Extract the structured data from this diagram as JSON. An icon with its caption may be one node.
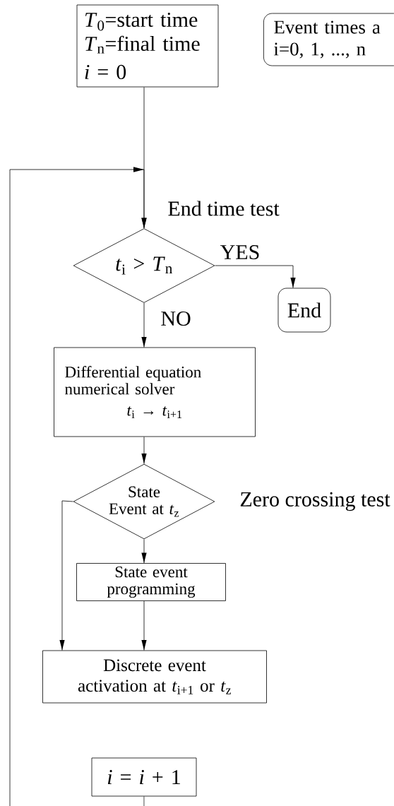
{
  "diagram": {
    "nodes": [
      {
        "text": [
          "*T*$_{0}$=start time *T*$_{n}$=final time",
          "*i* = 0"
        ]
      },
      {
        "text": [
          "Event times a i=0, 1, ..., n"
        ]
      },
      {
        "text": [
          "*t*$_{i}$ > *T*$_{n}$"
        ],
        "beside": [
          "End time test"
        ]
      },
      {
        "text": [
          "End"
        ]
      },
      {
        "text": [
          "Differential equation numerical solver",
          "*t*$_{i}$ → *t*$_{i+1}$"
        ]
      },
      {
        "text": [
          "State Event at *t*$_{z}$"
        ],
        "beside": [
          "Zero crossing test"
        ]
      },
      {
        "text": [
          "State event programming"
        ]
      },
      {
        "text": [
          "Discrete event activation at *t*$_{i+1}$ or *t*$_{z}$"
        ]
      },
      {
        "text": [
          "*i* = *i* + 1"
        ]
      }
    ],
    "edges": [
      {
        "from": 0,
        "to": 2,
        "arrow": "to"
      },
      {
        "from": 8,
        "to": 2,
        "arrow": "to"
      },
      {
        "from": 2,
        "to": 3,
        "arrow": "to",
        "label": "YES"
      },
      {
        "from": 2,
        "to": 4,
        "arrow": "to",
        "label": "NO"
      },
      {
        "from": 4,
        "to": 5,
        "arrow": "to"
      },
      {
        "from": 5,
        "to": 6,
        "arrow": "to"
      },
      {
        "from": 5,
        "to": 7,
        "arrow": "to"
      },
      {
        "from": 6,
        "to": 7,
        "arrow": "to"
      }
    ]
  }
}
